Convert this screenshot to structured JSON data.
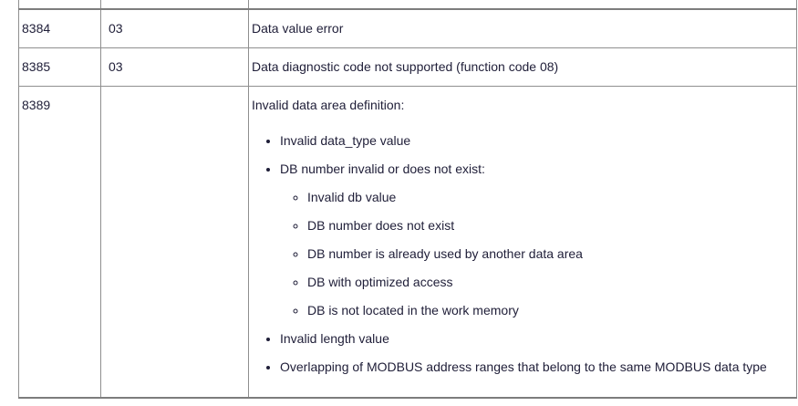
{
  "colors": {
    "text": "#1f1e38",
    "border": "#8f8f8f",
    "border_heavy": "#7d7d7d",
    "background": "#ffffff"
  },
  "table": {
    "columns": [
      "code",
      "exception_code",
      "description"
    ],
    "rows": [
      {
        "code": "8384",
        "exception": "03",
        "description": "Data value error"
      },
      {
        "code": "8385",
        "exception": "03",
        "description": "Data diagnostic code not supported (function code 08)"
      },
      {
        "code": "8389",
        "exception": "",
        "intro": "Invalid data area definition:",
        "bullets": [
          {
            "text": "Invalid data_type value"
          },
          {
            "text": "DB number invalid or does not exist:",
            "sub": [
              "Invalid db value",
              "DB number does not exist",
              "DB number is already used by another data area",
              "DB with optimized access",
              "DB is not located in the work memory"
            ]
          },
          {
            "text": "Invalid length value"
          },
          {
            "text": "Overlapping of MODBUS address ranges that belong to the same MODBUS data type"
          }
        ]
      }
    ]
  }
}
